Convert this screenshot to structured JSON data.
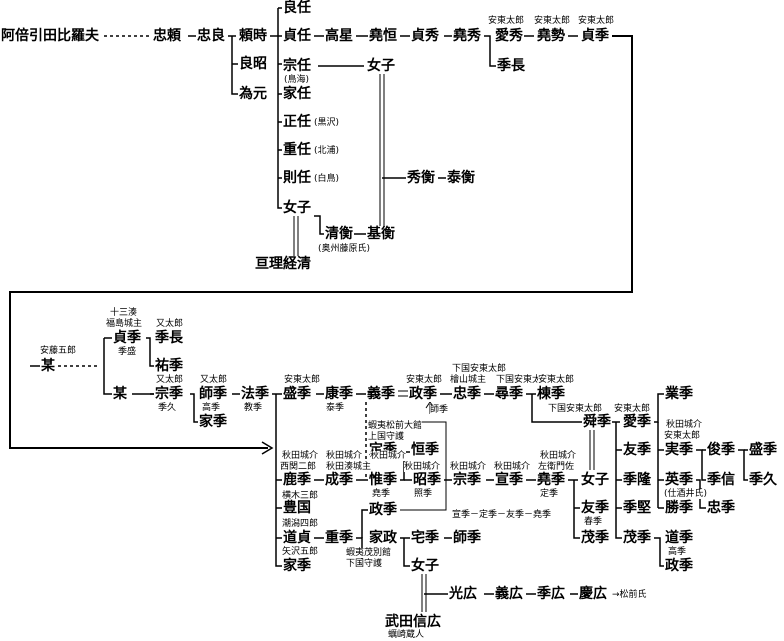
{
  "names": {
    "ajo": "阿倍引田比羅夫",
    "tadayori": "忠頼",
    "tadayoshi": "忠良",
    "yoritoki": "頼時",
    "yoshiaki": "良昭",
    "tamemoto": "為元",
    "yoshito": "良任",
    "sadato": "貞任",
    "muneto": "宗任",
    "ieto": "家任",
    "masato": "正任",
    "shigeto": "重任",
    "norito": "則任",
    "nyoshi1": "女子",
    "takaboshi": "高星",
    "gyoko": "堯恒",
    "sadahide": "貞秀",
    "gyoshu": "堯秀",
    "aishu": "愛秀",
    "gyosei": "堯勢",
    "sadasue1": "貞季",
    "suenaga1": "季長",
    "nyoshi2": "女子",
    "hidehira": "秀衡",
    "yasuhira": "泰衡",
    "kiyohira": "清衡",
    "motohira": "基衡",
    "watari": "亘理経清",
    "bou1": "某",
    "sadasue2": "貞季",
    "suenaga2": "季長",
    "sukesue": "祐季",
    "bou2": "某",
    "munesue1": "宗季",
    "morosue": "師季",
    "iesue1": "家季",
    "norisue": "法季",
    "morisue1": "盛季",
    "yasusue": "康季",
    "yoshisue": "義季",
    "masasue": "政季",
    "tadasue": "忠季",
    "hirosue": "尋季",
    "munesue2": "棟季",
    "shunsue": "舜季",
    "aisue": "愛季",
    "gyosue": "業季",
    "tomosue": "友季",
    "sanesue": "実季",
    "toshisue": "俊季",
    "morisue2": "盛季",
    "suetaka": "季隆",
    "hidesue": "英季",
    "suenobu": "季信",
    "suehisa": "季久",
    "suekata": "季堅",
    "katsusue": "勝季",
    "tadasue2": "忠季",
    "shigesue": "茂季",
    "michisue": "道季",
    "masasue2": "政季",
    "kasue": "鹿季",
    "narisue": "成季",
    "korisue": "惟季",
    "akisue": "昭季",
    "munesue3": "宗季",
    "nobusue": "宣季",
    "gyosue2": "堯季",
    "nyoshi3": "女子",
    "tomosue2": "友季",
    "shigesue2": "茂季",
    "sadasue3": "定季",
    "tsunesue": "恒季",
    "toyokuni": "豊国",
    "michisada": "道貞",
    "shigesue3": "重季",
    "iesue2": "家季",
    "masasue3": "政季",
    "iemasa": "家政",
    "iesue3": "宅季",
    "morosue2": "師季",
    "nyoshi4": "女子",
    "takeda": "武田信広",
    "mitsuhiro": "光広",
    "yoshihiro": "義広",
    "suehiro": "季広",
    "yoshihiro2": "慶広"
  },
  "notes": {
    "torinoumi": "(鳥海)",
    "kurosawa": "(黒沢)",
    "kitaura": "(北浦)",
    "shiratori": "(白鳥)",
    "oshu": "(奥州藤原氏)",
    "andoh1": "安東太郎",
    "andoh2": "安東太郎",
    "andoh3": "安東太郎",
    "andoh_goro": "安藤五郎",
    "jusanmi": "十三湊",
    "fukushima": "福島城主",
    "matataro1": "又太郎",
    "suemori": "季盛",
    "matataro2": "又太郎",
    "matataro3": "又太郎",
    "sueku": "季久",
    "takasue": "高季",
    "norisue_s": "教季",
    "andoh4": "安東太郎",
    "taisue": "泰季",
    "shimokuni1": "下国安東太郎",
    "hiyama": "檜山城主",
    "shimokuni2": "下国安東太郎",
    "andoh5": "安東太郎",
    "shimokuni3": "下国安東太郎",
    "andoh6": "安東太郎",
    "akita1": "秋田城介",
    "andoh7": "安東太郎",
    "matsumae1": "蝦夷松前大館",
    "kozuke": "上国守護",
    "shisue": "師季",
    "akita2": "秋田城介",
    "nishiseki": "西関二郎",
    "akita3": "秋田城介",
    "minato": "秋田湊城主",
    "akita4": "秋田城介",
    "akita5": "秋田城介",
    "akita6": "秋田城介",
    "akita7": "秋田城介",
    "saemon": "左衛門佐",
    "gyosue_s": "堯季",
    "terusue": "照季",
    "sadasue_s": "定季",
    "harusue": "春季",
    "sakaii": "(仕酒井氏)",
    "yokoki": "横木三郎",
    "shiogata": "潮潟四郎",
    "yazawa": "矢沢五郎",
    "matsumae2": "蝦夷茂別館",
    "shimokuni4": "下国守護",
    "takasue2": "高季",
    "chain": "宣季－定季－友季－堯季",
    "kakizaki": "蠣崎蔵人",
    "matsumae_clan": "→松前氏"
  }
}
